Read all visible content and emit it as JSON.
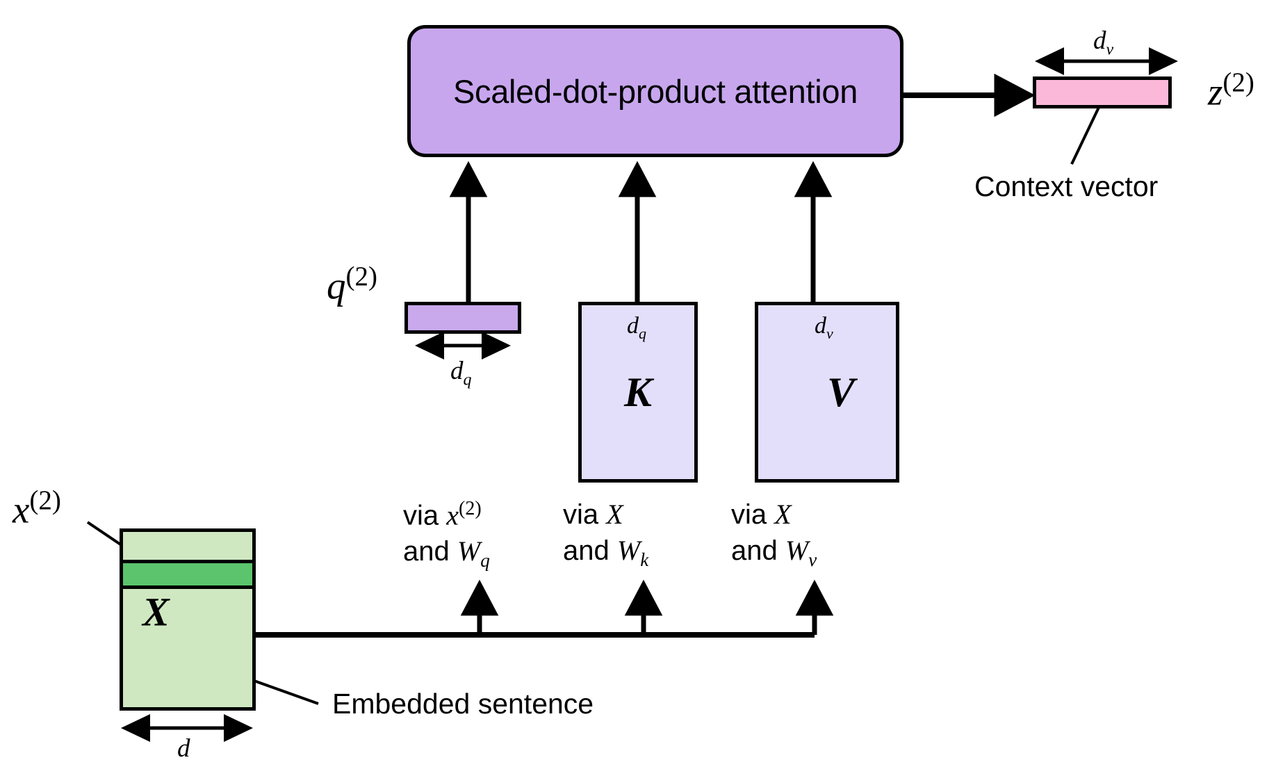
{
  "diagram": {
    "title_block": {
      "label": "Scaled-dot-product attention",
      "fill": "#c7a6ee"
    },
    "context_vector": {
      "dim_label_base": "d",
      "dim_label_sub": "v",
      "symbol_base": "z",
      "symbol_sup": "(2)",
      "caption": "Context vector",
      "fill": "#fbb8d9"
    },
    "query_vector": {
      "symbol_base": "q",
      "symbol_sup": "(2)",
      "dim_label_base": "d",
      "dim_label_sub": "q",
      "fill": "#c9a9ec"
    },
    "key_matrix": {
      "letter": "K",
      "dim_label_base": "d",
      "dim_label_sub": "q",
      "fill": "#e3dffb"
    },
    "value_matrix": {
      "letter": "V",
      "dim_label_base": "d",
      "dim_label_sub": "v",
      "fill": "#e3dffb"
    },
    "embedding_matrix": {
      "letter": "X",
      "symbol_base": "x",
      "symbol_sup": "(2)",
      "caption": "Embedded sentence",
      "dim_label_base": "d",
      "fill": "#cfe8c1",
      "highlight_fill": "#5bc46c"
    },
    "projection_notes": [
      {
        "line1_prefix": "via ",
        "line1_base": "x",
        "line1_sup": "(2)",
        "line2_prefix": "and ",
        "line2_base": "W",
        "line2_sub": "q"
      },
      {
        "line1_prefix": "via ",
        "line1_base": "X",
        "line1_sup": "",
        "line2_prefix": "and ",
        "line2_base": "W",
        "line2_sub": "k"
      },
      {
        "line1_prefix": "via ",
        "line1_base": "X",
        "line1_sup": "",
        "line2_prefix": "and ",
        "line2_base": "W",
        "line2_sub": "v"
      }
    ],
    "colors": {
      "stroke": "#000000",
      "background": "#ffffff"
    }
  }
}
